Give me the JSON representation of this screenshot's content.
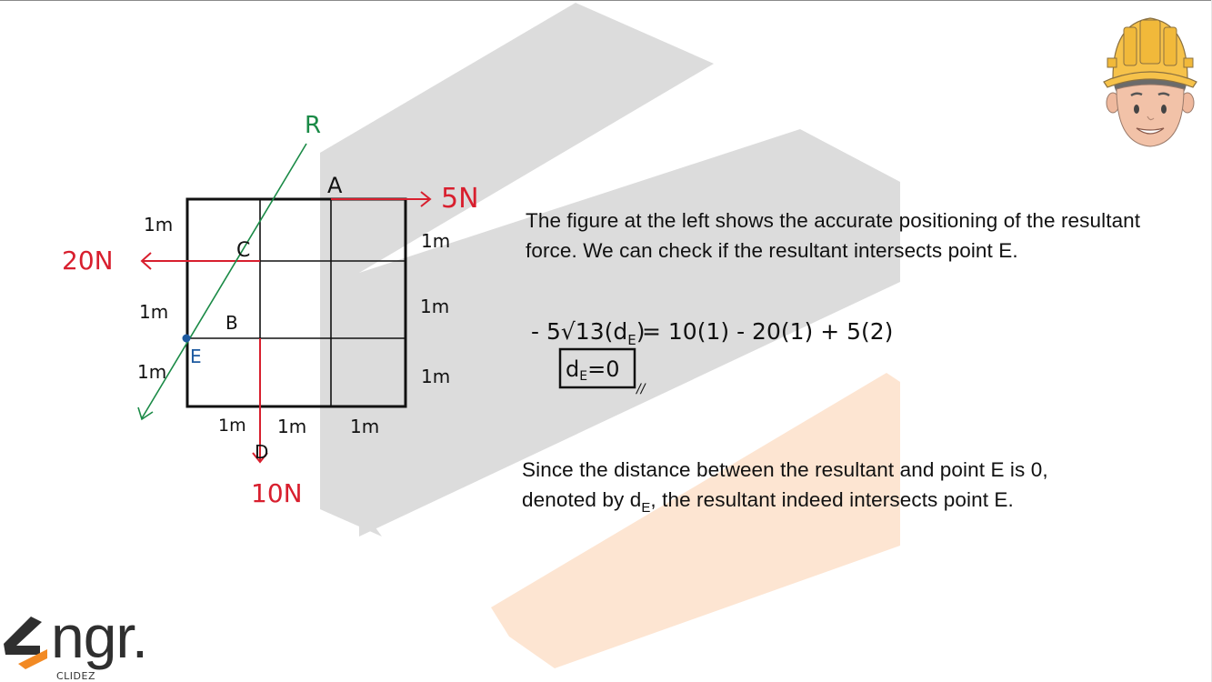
{
  "slide": {
    "colors": {
      "watermark_grey": "#dcdcdc",
      "watermark_orange": "#fde5d2",
      "force_red": "#d81f2e",
      "resultant_green": "#1a8a46",
      "point_blue": "#1d5aa0",
      "text": "#111111"
    }
  },
  "diagram": {
    "grid": {
      "rows": 3,
      "cols": 3,
      "cell_size_m": 1
    },
    "point_labels": {
      "A": "A",
      "B": "B",
      "C": "C",
      "D": "D",
      "E": "E"
    },
    "resultant_label": "R",
    "forces": {
      "f_5n": "5N",
      "f_20n": "20N",
      "f_10n": "10N"
    },
    "dimension_labels": {
      "left": [
        "1m",
        "1m",
        "1m"
      ],
      "right": [
        "1m",
        "1m",
        "1m"
      ],
      "bottom": [
        "1m",
        "1m",
        "1m"
      ]
    }
  },
  "explanation": {
    "paragraph1": "The figure at the left shows the accurate positioning of the resultant force. We can check if the resultant intersects point E.",
    "equation": "- 5√13(dₑ) = 10(1) - 20(1) + 5(2)",
    "equation_parts": {
      "lhs": "- 5√13(d",
      "lhs_sub": "E",
      "lhs_close": ")",
      "rhs": "= 10(1) - 20(1) + 5(2)"
    },
    "result_box": {
      "main": "d",
      "sub": "E",
      "rest": "=0"
    },
    "result_mark": "//",
    "paragraph2_a": "Since the distance between the resultant and point E is 0,",
    "paragraph2_b": "denoted by d",
    "paragraph2_sub": "E",
    "paragraph2_c": ", the resultant indeed intersects point E."
  },
  "branding": {
    "logo_text": "ngr.",
    "logo_sub": "CLIDEZ",
    "mascot": "engineer-hardhat-mascot"
  }
}
